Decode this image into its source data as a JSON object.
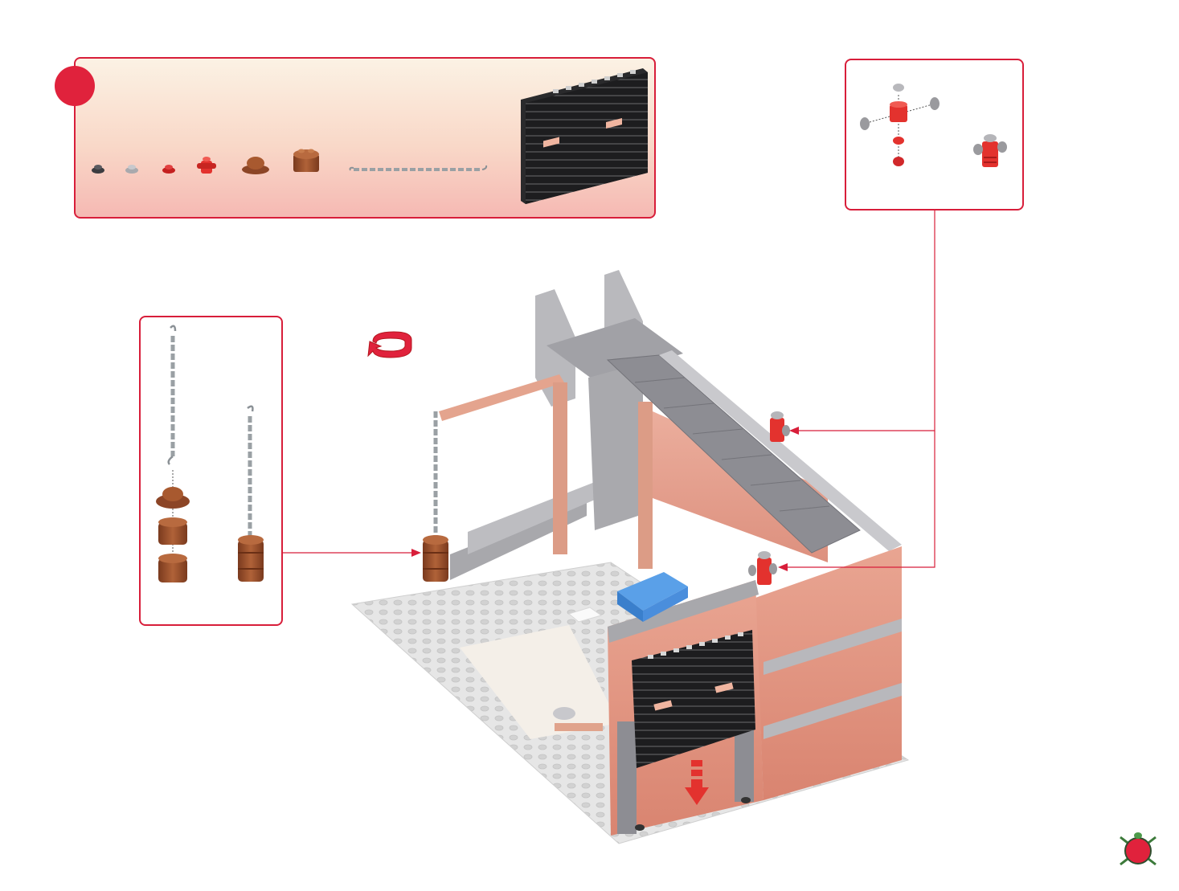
{
  "step": {
    "number": ""
  },
  "colors": {
    "accent": "#e0223c",
    "panel_border": "#d81e3a",
    "brick": "#e0937f",
    "stone": "#b3b3b3",
    "dark_stone": "#8d8d93",
    "door": "#1d1d1f",
    "barrel": "#9a4f2c",
    "hydrant": "#e3322e",
    "chain": "#9aa0a4",
    "blue_crate": "#5aa0e8"
  },
  "parts": [
    {
      "name": "dark-gray-round-plate"
    },
    {
      "name": "light-gray-round-plate"
    },
    {
      "name": "red-round-plate"
    },
    {
      "name": "red-hydrant-part"
    },
    {
      "name": "brown-dish"
    },
    {
      "name": "brown-barrel-brick"
    },
    {
      "name": "chain"
    },
    {
      "name": "black-door-panel"
    }
  ],
  "icons": {
    "rotate": "rotate-model-icon",
    "push_arrow": "slide-down-arrow-icon",
    "logo": "turtle-shell-logo-icon"
  }
}
